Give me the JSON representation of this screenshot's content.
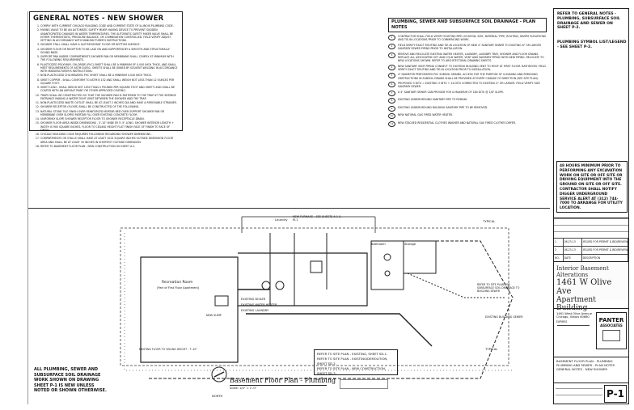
{
  "general_notes": {
    "title": "GENERAL NOTES - NEW SHOWER",
    "items": [
      "COMPLY WITH CURRENT CHICAGO BUILDING CODE AND CURRENT STATE OF ILLINOIS PLUMBING CODE.",
      "MIXING VALVE TO BE AN AUTOMATIC SAFETY MIXER HAVING DEVICE TO PREVENT SUDDEN UNANTICIPATED CHANGES IN WATER TEMPERATURES. THE AUTOMATIC SAFETY MIXER VALVE SHALL BE EITHER THERMOSTATIC, PRESSURE BALANCE, OR COMBINATION CONTROLLED. FIELD VERIFY ADJUST SETTING IN ACCORDANCE WITH MANUFACTURER'S INSTRUCTIONS.",
      "SHOWER STALL SHALL HAVE A SLIP RESISTANT FLOOR OR BOTTOM SURFACE.",
      "SHOWER FLOOR OR RECEPTOR TO BE LAID ON AND SUPPORTED BY A SMOOTH AND STRUCTURALLY SOUND BASE.",
      "SUPPORT PAN UNDER COMPARTMENTS SHOWER PAN OR MEMBRANE SHALL COMPLY AT MINIMUM WITH THE FOLLOWING REQUIREMENTS.",
      "PLASTICIZED POLYVINYL CHLORIDE (PVC) SHEET SHALL BE A MINIMUM OF 0.040 INCH THICK, AND SHALL MEET REQUIREMENTS OF ASTM D4551. SHEETS SHALL BE JOINED BY SOLVENT WELDING IN ACCORDANCE WITH MANUFACTURER'S INSTRUCTIONS.",
      "NON-PLASTICIZED CHLORINATED PVC SHEET SHALL BE A MINIMUM 0.040 INCH THICK.",
      "SHEET COPPER - SHALL CONFORM TO ASTM B 152 AND SHALL WEIGH NOT LESS THAN 12 OUNCES PER SQUARE FOOT.",
      "SHEET LEAD - SHALL WEIGH NOT LESS THAN 4 POUNDS PER SQUARE FOOT AND SHEET LEAD SHALL BE COATED WITH AN ASPHALT PAINT OR OTHER APPROVED COATING.",
      "TRAPS SHALL BE CONSTRUCTED SO THAT THE SHOWER PAN IS FASTENED TO THE TRAP AT THE SEEPAGE ENTRANCE MAKING A WATER-TIGHT JOINT BETWEEN THE SHOWER AND THE TRAP.",
      "NON-PLASTICIZED WASTE OUTLET SHALL BE AT LEAST 2 INCHES DIA AND HAVE A REMOVABLE STRAINER.",
      "SHOWER RECEPTOR (FLOOR) SHALL BE CONSTRUCTED OF THE FOLLOWING.",
      "NATURAL STONE TILE FINISH OVER REINFORCED MORTAR BED OVER SUPPORT SHOWER PAN OR MEMBRANE OVER SLOPED MORTAR FILL OVER EXISTING CONCRETE FLOOR.",
      "UNIFORMLY SLOPE SHOWER RECEPTOR FLOOR TO SHOWER RECEPTACLE DRAIN.",
      "SHOWER FLOOR AREA INSIDE DIMENSIONS - 3'-10\" WIDE BY 5'-5\" LONG. SHOWER INTERIOR LENGTH + WIDTH IS 900 SQUARE INCHES. FLOOR TO CEILING HEIGHT FLAT FINISH FACE OF FINISH TO FACE OF FINISH.",
      "CHICAGO BUILDING CODE REQUIRES FOLLOWING REGARDING SHOWER DIMENSIONS -",
      "COMPARTMENTS OR STALLS SHALL HAVE AT LEAST 1024 SQUARE INCHES OUTSIDE DIMENSION FLOOR AREA AND SHALL BE AT LEAST 30 INCHES IN SHORTEST OUTSIDE DIMENSION.",
      "REFER TO BASEMENT FLOOR PLAN - NEW CONSTRUCTION ON SHEET A-1."
    ]
  },
  "plumbing_notes": {
    "title": "PLUMBING, SEWER AND SUBSURFACE SOIL DRAINAGE - PLAN NOTES",
    "items": [
      {
        "num": "1",
        "text": "CONTRACTOR SHALL FIELD VERIFY EXISTING PIPE LOCATION, SIZE, MATERIAL TYPE, ROUTING, INVERT ELEVATIONS AND TIE-IN LOCATIONS PRIOR TO COMMENCING WORK."
      },
      {
        "num": "2",
        "text": "FIELD VERIFY EXACT ROUTING AND TIE-IN LOCATION OF NEW 4\" SANITARY SEWER TO EXISTING 6\" OR LARGER SANITARY SEWER PIPING PRIOR TO INSTALLATION."
      },
      {
        "num": "3",
        "text": "REMOVE AND RELOCATE EXISTING WATER HEATER, LAUNDRY, LAUNDRY TRAY, SHOWER AND FLOOR DRAINS. REPLACE ALL ASSOCIATED HOT AND COLD WATER, VENT AND SANITARY PIPING WITH NEW PIPING. RELOCATE TO NEW LOCATIONS SHOWN. REFER TO ARCHITECTURAL DRAWING SHEETS."
      },
      {
        "num": "4",
        "text": "NEW SANITARY VENT PIPING CONNECT TO EXISTING BUILDING VENT TO ROOF AT FIRST FLOOR. BATHROOM. FIELD VERIFY EXACT ROUTING AND TIE-IN LOCATION PRIOR TO INSTALLATION."
      },
      {
        "num": "5",
        "text": "4\" DIAMETER PERFORATED PVC SUBSOIL DRAINS. ACCESS FOR THE PURPOSE OF CLEANING AND REMOVING OBSTRUCTIONS IN SUBSOIL DRAINS SHALL BE PROVIDED AT EVERY CHANGE OF DIRECTION (SEE SITE PLAN)."
      },
      {
        "num": "6",
        "text": "PROPOSED 3 DITU = EXISTING 3 DITU + 24 DITU CORRECTED TO EXISTING 4\" OR LARGER. FIELD VERIFY SIZE SANITARY SEWER."
      },
      {
        "num": "7",
        "text": "A 4\" SANITARY SEWER CAN PROVIDE FOR A MAXIMUM OF 180 DITU @ 1/8\" SLOPE."
      },
      {
        "num": "8",
        "text": "EXISTING UNDERGROUND SANITARY PIPE TO REMAIN."
      },
      {
        "num": "9",
        "text": "EXISTING UNDERGROUND BUILDING SANITARY PIPE TO BE REMOVED."
      },
      {
        "num": "10",
        "text": "NEW NATURAL GAS FIRED WATER HEATER."
      },
      {
        "num": "11",
        "text": "NEW STACKED RESIDENTIAL CLOTHES WASHER AND NATURAL GAS FIRED CLOTHES DRYER."
      }
    ]
  },
  "right_col": {
    "ref_general": "REFER TO GENERAL NOTES - PLUMBING, SUBSURFACE SOIL DRAINAGE AND SEWER ON SHEET P-2.",
    "ref_symbol": "PLUMBING SYMBOL LIST/LEGEND - SEE SHEET P-2.",
    "warning": "48 HOURS MINIMUM PRIOR TO PERFORMING ANY EXCAVATION WORK ON SITE OR OFF SITE OR DRIVING EQUIPMENT INTO THE GROUND ON SITE OR OFF SITE. CONTRACTOR SHALL NOTIFY DIGGER UNDERGROUND SERVICE ALERT AT (312) 744-7000 TO ARRANGE FOR UTILITY LOCATION.",
    "revisions": [
      {
        "no": "1",
        "date": "08.23.13",
        "desc": "ISSUED FOR PERMIT & BID/REVIEW"
      },
      {
        "no": "2",
        "date": "08.23.13",
        "desc": "ISSUED FOR PERMIT & BID/REVIEW"
      },
      {
        "no": "NO.",
        "date": "DATE",
        "desc": "DESCRIPTION"
      }
    ],
    "project_title": "Interior Basement Alterations",
    "project_address_line": "1461 W Olive Ave",
    "project_name": "Apartment Building",
    "project_street": "1461 West Olive Avenue",
    "project_city": "Chicago, Illinois 60660",
    "firm_name": "PANTER",
    "firm_sub": "ASSOCIATES",
    "expires_label": "EXPIRES",
    "sheet_title_lines": [
      "BASEMENT FLOOR PLAN - PLUMBING",
      "PLUMBING AND SEWER - PLAN NOTES",
      "GENERAL NOTES - NEW SHOWER"
    ],
    "sheet_number": "P-1"
  },
  "plan": {
    "title": "Basement Floor Plan - Plumbing",
    "scale": "Scale: 1/4\" = 1'-0\"",
    "north": "NORTH",
    "bottom_note": "ALL PLUMBING, SEWER AND SUBSURFACE SOIL DRAINAGE WORK SHOWN ON DRAWING SHEET P-1 IS NEW UNLESS NOTED OR SHOWN OTHERWISE.",
    "refs": [
      "REFER TO SITE PLAN - EXISTING, SHEET SD-1.",
      "REFER TO SITE PLAN - EXISTING/DEMOLITION, SHEET SD-2.",
      "REFER TO SITE PLAN - NEW CONSTRUCTION, SHEET SD-3."
    ],
    "labels": {
      "room_recreation": "Recreation Room",
      "room_rec_sub": "(Part of First Floor Apartment)",
      "room_laundry": "Laundry",
      "room_bathroom": "Bathroom",
      "room_storage": "Storage",
      "existing_boiler": "EXISTING BOILER",
      "existing_water_heater": "EXISTING WATER HEATER",
      "existing_laundry": "EXISTING LAUNDRY",
      "new_furnace": "NEW FURNACE - SEE SHEETS A-1 & M-1",
      "typical": "TYPICAL",
      "existing_building_sewer": "EXISTING BUILDING SEWER",
      "crawl_note": "EXISTING FLOOR TO CEILING HEIGHT - 7'-10\"",
      "water_pipe_note": "REFER TO SITE PLAN FOR SUBSURFACE SOIL DRAINAGE TO BUILDING SEWER",
      "sump": "NEW SUMP"
    }
  }
}
